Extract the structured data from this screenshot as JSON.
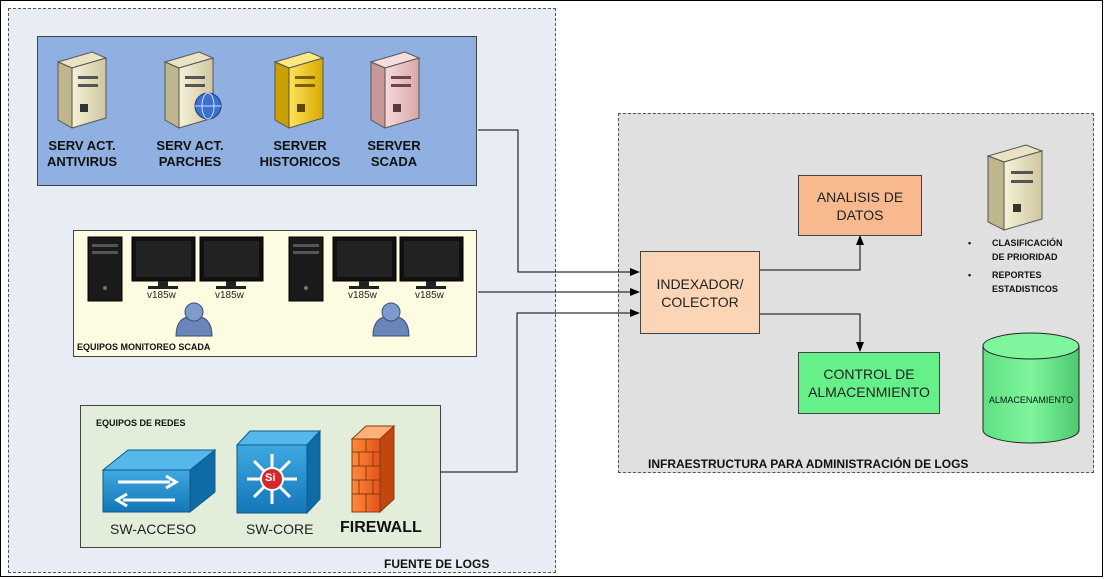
{
  "servers": {
    "antivirus": "SERV ACT.\nANTIVIRUS",
    "parches": "SERV ACT.\nPARCHES",
    "historicos": "SERVER\nHISTORICOS",
    "scada": "SERVER\nSCADA"
  },
  "monitoring": {
    "title": "EQUIPOS MONITOREO SCADA",
    "monitor_labels": [
      "v185w",
      "v185w",
      "v185w",
      "v185w"
    ]
  },
  "network": {
    "title": "EQUIPOS DE REDES",
    "sw_acceso": "SW-ACCESO",
    "sw_core": "SW-CORE",
    "sw_core_badge": "Si",
    "firewall": "FIREWALL"
  },
  "source_panel_label": "FUENTE DE LOGS",
  "infra_panel_label": "INFRAESTRUCTURA PARA ADMINISTRACIÓN DE LOGS",
  "nodes": {
    "indexador": "INDEXADOR/\nCOLECTOR",
    "analisis": "ANALISIS DE\nDATOS",
    "control": "CONTROL DE\nALMACENMIENTO",
    "almacenamiento": "ALMACENAMIENTO"
  },
  "bullets": [
    "CLASIFICACIÓN\nDE PRIORIDAD",
    "REPORTES\nESTADISTICOS"
  ],
  "colors": {
    "servers_bg": "#8fb0e0",
    "monitor_bg": "#fdfbe1",
    "network_bg": "#e2eed9",
    "indexador_bg": "#fbd5b5",
    "analisis_bg": "#f8b98e",
    "control_bg": "#66f08a",
    "storage_bg": "#66e88a"
  }
}
